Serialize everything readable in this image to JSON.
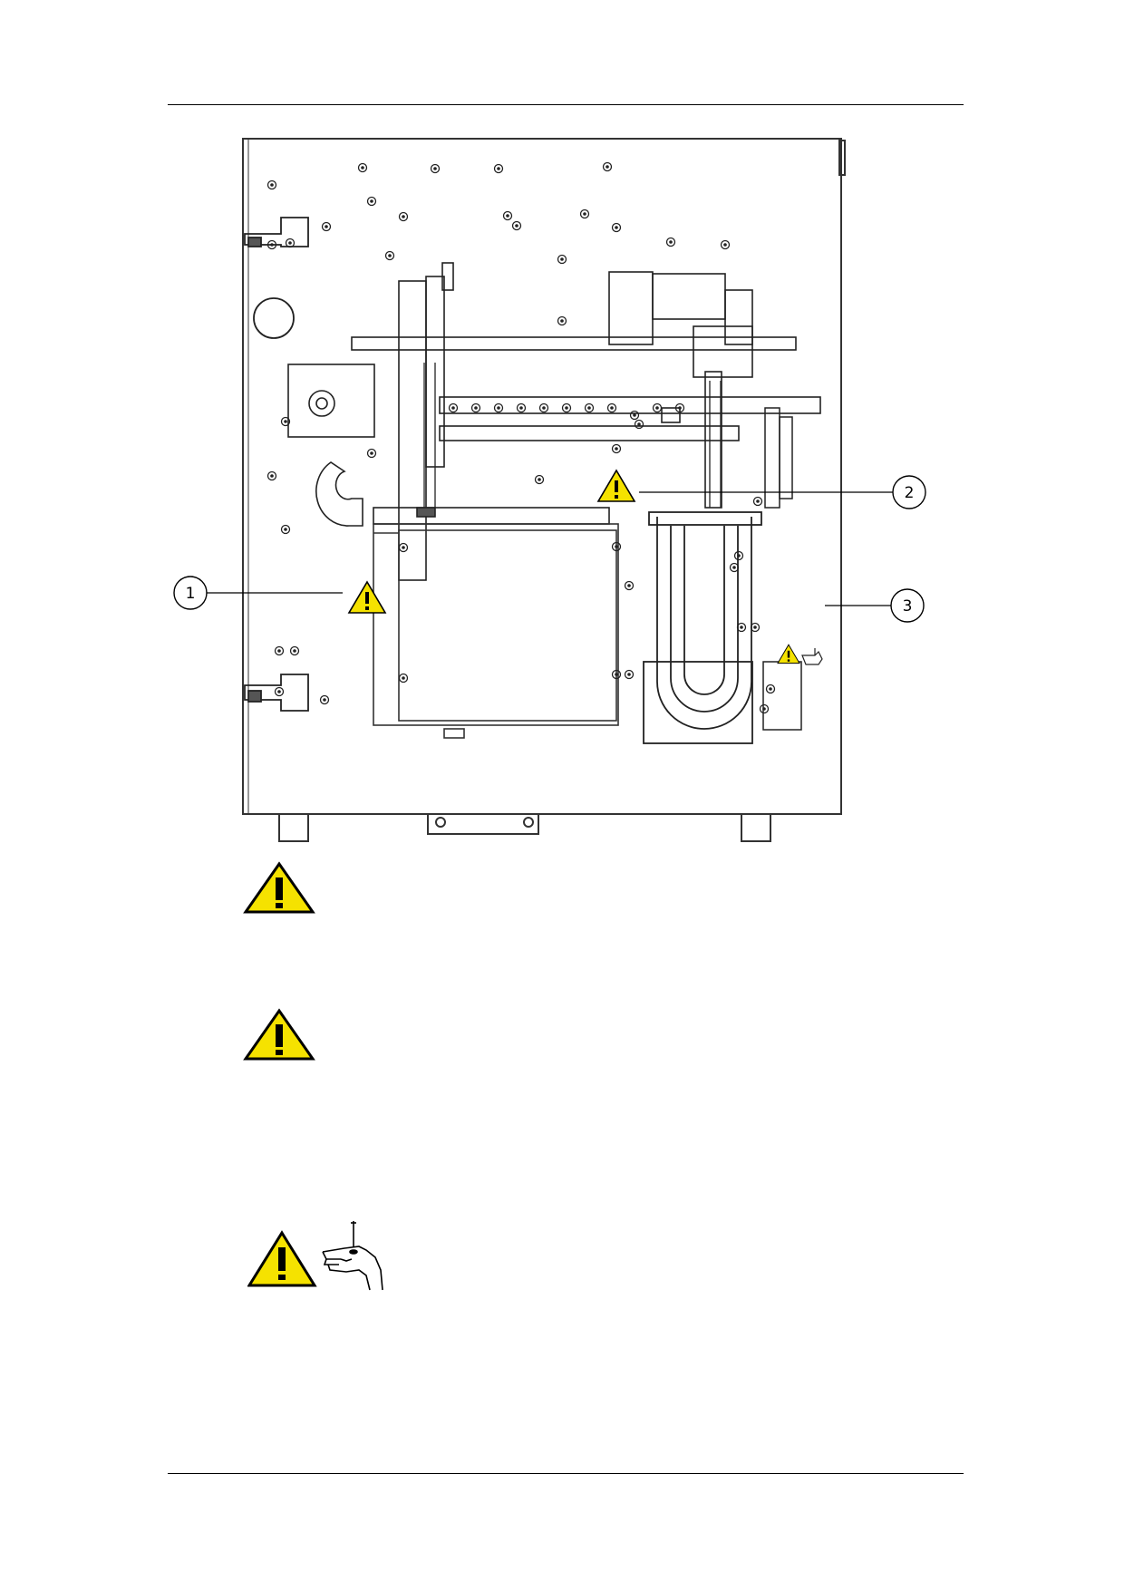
{
  "callouts": {
    "c1": "1",
    "c2": "2",
    "c3": "3"
  },
  "legend": [
    {
      "icon": "warning-triangle",
      "text": ""
    },
    {
      "icon": "warning-triangle",
      "text": ""
    },
    {
      "icon": "warning-triangle-with-puncture-hand",
      "text": ""
    }
  ],
  "colors": {
    "warning_yellow": "#f5e200",
    "line": "#000000",
    "panel_stroke": "#3a3a3a"
  }
}
